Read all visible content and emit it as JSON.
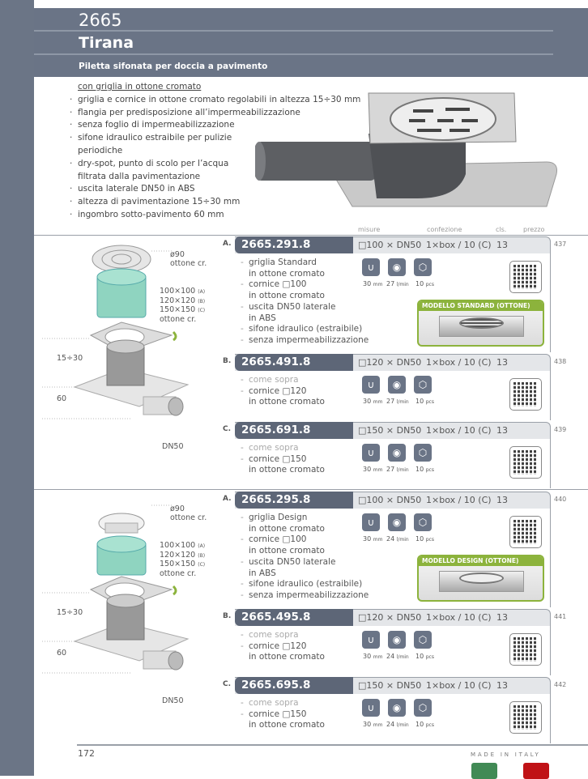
{
  "header": {
    "code": "2665",
    "name": "Tirana",
    "subtitle": "Piletta sifonata per doccia a pavimento"
  },
  "intro": {
    "first": "con griglia in ottone cromato",
    "bullets": [
      "griglia e cornice in ottone cromato regolabili in altezza 15÷30 mm",
      "flangia per predisposizione all’impermeabilizzazione",
      "senza foglio di impermeabilizzazione",
      "sifone idraulico estraibile per pulizie periodiche",
      "dry-spot, punto di scolo per l’acqua filtrata dalla pavimentazione",
      "uscita laterale DN50 in ABS",
      "altezza di pavimentazione 15÷30 mm",
      "ingombro sotto-pavimento 60 mm"
    ]
  },
  "columns": {
    "misure": "misure",
    "confezione": "confezione",
    "cls": "cls.",
    "prezzo": "prezzo"
  },
  "diagram": {
    "grate": "ø90",
    "grate_mat": "ottone cr.",
    "sizes": [
      "100×100",
      "120×120",
      "150×150"
    ],
    "size_tags": [
      "(A)",
      "(B)",
      "(C)"
    ],
    "frame_mat": "ottone cr.",
    "height": "15÷30",
    "depth": "60",
    "outlet": "DN50"
  },
  "icons": {
    "seal": "30",
    "seal_unit": "mm",
    "flow_unit": "l/min",
    "pcs": "10",
    "pcs_unit": "pcs"
  },
  "sections": [
    {
      "rows": [
        {
          "letter": "A.",
          "code": "2665.291.8",
          "misure": "□100 × DN50",
          "conf": "1×box / 10 (C)",
          "cls": "13",
          "price": "437",
          "flow": "27",
          "desc": [
            [
              "griglia   Standard",
              "in ottone cromato"
            ],
            [
              "cornice □100",
              "in ottone cromato"
            ],
            [
              "uscita   DN50 laterale",
              "in ABS"
            ],
            [
              "sifone idraulico (estraibile)"
            ],
            [
              "senza impermeabilizzazione"
            ]
          ],
          "badge": "MODELLO STANDARD (OTTONE)"
        },
        {
          "letter": "B.",
          "code": "2665.491.8",
          "misure": "□120 × DN50",
          "conf": "1×box / 10 (C)",
          "cls": "13",
          "price": "438",
          "flow": "27",
          "muted": "come sopra",
          "desc": [
            [
              "cornice □120",
              "in ottone cromato"
            ]
          ]
        },
        {
          "letter": "C.",
          "code": "2665.691.8",
          "misure": "□150 × DN50",
          "conf": "1×box / 10 (C)",
          "cls": "13",
          "price": "439",
          "flow": "27",
          "muted": "come sopra",
          "desc": [
            [
              "cornice □150",
              "in ottone cromato"
            ]
          ]
        }
      ]
    },
    {
      "rows": [
        {
          "letter": "A.",
          "code": "2665.295.8",
          "misure": "□100 × DN50",
          "conf": "1×box / 10 (C)",
          "cls": "13",
          "price": "440",
          "flow": "24",
          "desc": [
            [
              "griglia   Design",
              "in ottone cromato"
            ],
            [
              "cornice □100",
              "in ottone cromato"
            ],
            [
              "uscita   DN50 laterale",
              "in ABS"
            ],
            [
              "sifone idraulico (estraibile)"
            ],
            [
              "senza impermeabilizzazione"
            ]
          ],
          "badge": "MODELLO DESIGN (OTTONE)"
        },
        {
          "letter": "B.",
          "code": "2665.495.8",
          "misure": "□120 × DN50",
          "conf": "1×box / 10 (C)",
          "cls": "13",
          "price": "441",
          "flow": "24",
          "muted": "come sopra",
          "desc": [
            [
              "cornice □120",
              "in ottone cromato"
            ]
          ]
        },
        {
          "letter": "C.",
          "code": "2665.695.8",
          "misure": "□150 × DN50",
          "conf": "1×box / 10 (C)",
          "cls": "13",
          "price": "442",
          "flow": "24",
          "muted": "come sopra",
          "desc": [
            [
              "cornice □150",
              "in ottone cromato"
            ]
          ]
        }
      ]
    }
  ],
  "footer": {
    "page": "172",
    "made_in": "MADE IN ITALY",
    "flag_colors": [
      "#418a55",
      "#c01216"
    ]
  }
}
